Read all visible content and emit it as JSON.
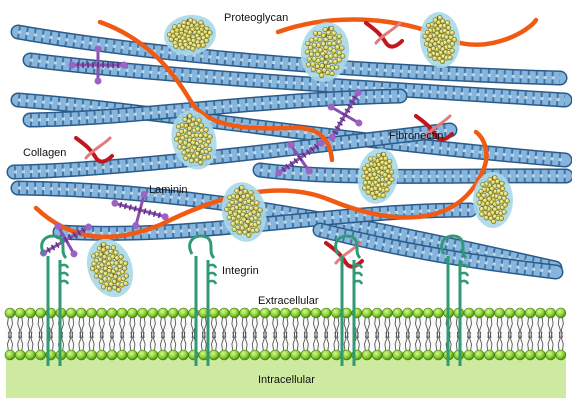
{
  "labels": {
    "proteoglycan": "Proteoglycan",
    "collagen": "Collagen",
    "fibronectin": "Fibronectin",
    "laminin": "Laminin",
    "integrin": "Integrin",
    "extracellular": "Extracellular",
    "intracellular": "Intracellular"
  },
  "colors": {
    "collagen": "#6f9fcc",
    "collagen_dark": "#3b6a9a",
    "fibronectin_strand": "#f05a12",
    "proteoglycan_halo": "#a9d8e8",
    "proteoglycan_bead": "#e4de6a",
    "proteoglycan_core": "#7a5a2a",
    "laminin": "#8a4fb0",
    "fibronectin_red": "#c0161e",
    "integrin": "#2f9a74",
    "membrane_head": "#7dc92a",
    "intracellular_bg": "#cdeaa0"
  }
}
